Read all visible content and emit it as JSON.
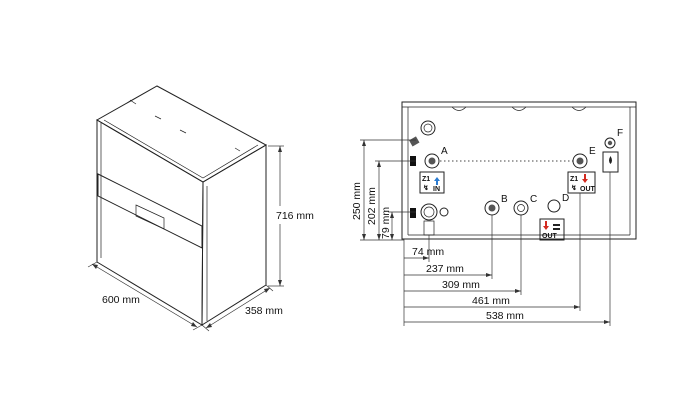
{
  "iso_view": {
    "height_label": "716 mm",
    "width_label": "600 mm",
    "depth_label": "358 mm"
  },
  "rear_view": {
    "vertical_dims": [
      "250 mm",
      "202 mm",
      "79 mm"
    ],
    "horizontal_dims": [
      "74 mm",
      "237 mm",
      "309 mm",
      "461 mm",
      "538 mm"
    ],
    "connections": [
      "A",
      "B",
      "C",
      "D",
      "E",
      "F"
    ],
    "badges": {
      "z1_in": {
        "zone": "Z1",
        "sub": "↯",
        "text": "IN"
      },
      "z1_out": {
        "zone": "Z1",
        "sub": "↯",
        "text": "OUT"
      },
      "dhw_out": {
        "text": "OUT"
      }
    }
  }
}
